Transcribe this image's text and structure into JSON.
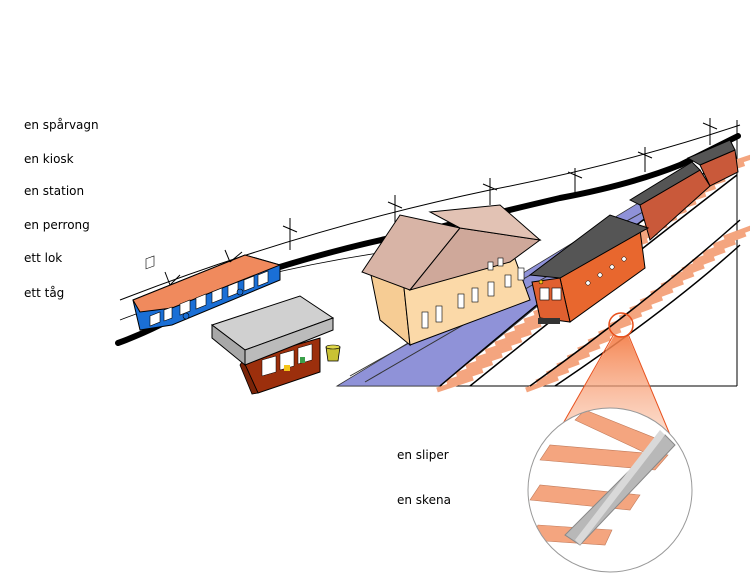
{
  "labels": {
    "tram": "en spårvagn",
    "kiosk": "en kiosk",
    "station": "en station",
    "platform": "en perrong",
    "locomotive": "ett lok",
    "train": "ett tåg",
    "sleeper": "en sliper",
    "rail": "en skena"
  },
  "colors": {
    "tram_body": "#1a6fd6",
    "tram_roof": "#f08a5d",
    "cable": "#000000",
    "platform": "#8f92d8",
    "station_wall": "#fbd9a8",
    "station_roof": "#d8b4a6",
    "kiosk_wall": "#9c2f0c",
    "kiosk_roof": "#c8c8c8",
    "loco_body": "#e8672e",
    "loco_roof": "#555555",
    "sleeper": "#f4a57f",
    "rail": "#b8b8b8",
    "magnifier": "#e8501c"
  }
}
